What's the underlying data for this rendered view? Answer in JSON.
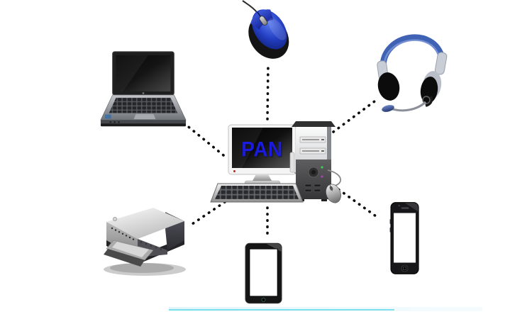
{
  "diagram": {
    "title": "PAN",
    "title_color": "#1b1bdb",
    "center": {
      "name": "desktop-computer",
      "label_on_screen": "PAN"
    },
    "devices": [
      {
        "name": "laptop",
        "position": "top-left"
      },
      {
        "name": "mouse",
        "position": "top-center"
      },
      {
        "name": "headset",
        "position": "top-right"
      },
      {
        "name": "printer",
        "position": "bottom-left"
      },
      {
        "name": "tablet",
        "position": "bottom-center"
      },
      {
        "name": "smartphone",
        "position": "bottom-right"
      }
    ],
    "connections": [
      {
        "from": "desktop-computer",
        "to": "laptop"
      },
      {
        "from": "desktop-computer",
        "to": "mouse"
      },
      {
        "from": "desktop-computer",
        "to": "headset"
      },
      {
        "from": "desktop-computer",
        "to": "printer"
      },
      {
        "from": "desktop-computer",
        "to": "tablet"
      },
      {
        "from": "desktop-computer",
        "to": "smartphone"
      }
    ],
    "connection_style": "dotted",
    "colors": {
      "connection": "#0c0c0c",
      "accent_blue": "#2b46c8",
      "underline": "#7fdfed",
      "background": "#ffffff"
    }
  }
}
